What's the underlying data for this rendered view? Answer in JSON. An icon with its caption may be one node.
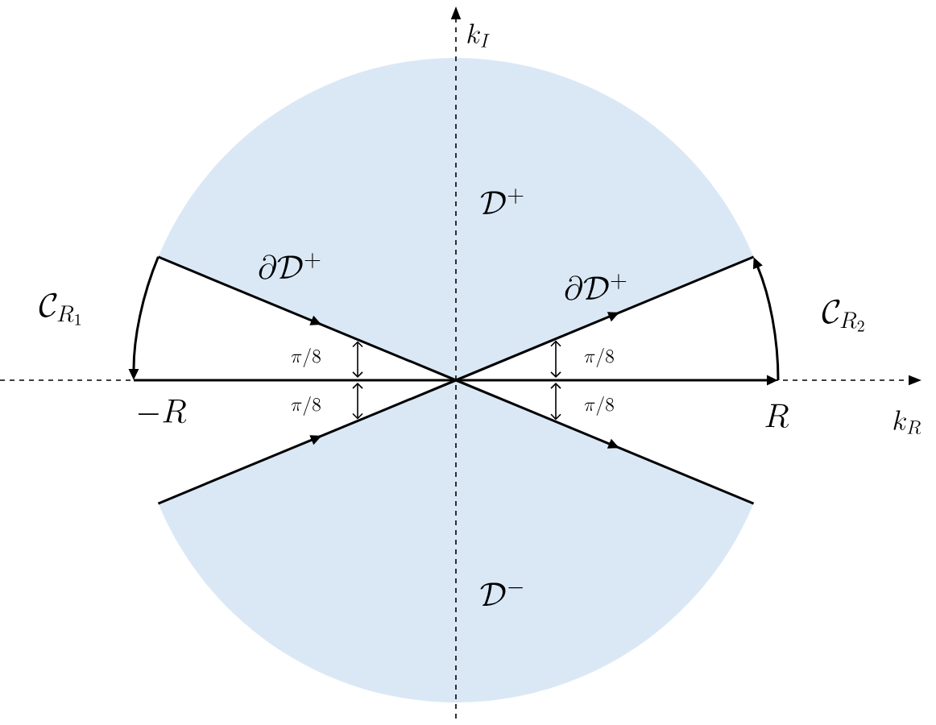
{
  "diagram": {
    "labels": [
      "k_{I}",
      "\\mathcal{D}^{+}",
      "\\partial\\mathcal{D}^{+}",
      "\\partial\\mathcal{D}^{+}",
      "\\mathcal{C}_{R_{1}}",
      "\\mathcal{C}_{R_{2}}",
      "\\pi/8",
      "\\pi/8",
      "-R",
      "\\pi/8",
      "\\pi/8",
      "R",
      "k_{R}",
      "\\mathcal{D}^{-}"
    ]
  }
}
